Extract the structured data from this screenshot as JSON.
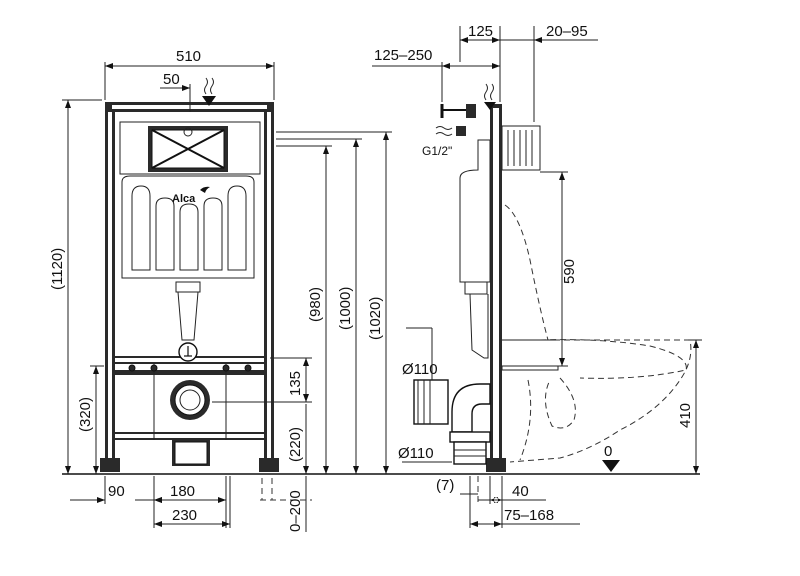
{
  "front_view": {
    "dims": {
      "width_top": "510",
      "offset_50": "50",
      "height_1120": "(1120)",
      "height_320": "(320)",
      "height_980": "(980)",
      "height_1000": "(1000)",
      "height_1020": "(1020)",
      "dim_135": "135",
      "dim_220": "(220)",
      "range_0_200": "0–200",
      "bottom_90": "90",
      "bottom_180": "180",
      "bottom_230": "230"
    },
    "logo_text": "Alca"
  },
  "side_view": {
    "dims": {
      "top_125": "125",
      "top_20_95": "20–95",
      "top_125_250": "125–250",
      "thread": "G1/2\"",
      "pipe_110_upper": "Ø110",
      "pipe_110_lower": "Ø110",
      "height_590": "590",
      "height_410": "410",
      "bottom_7": "(7)",
      "bottom_40": "40",
      "bottom_75_168": "75–168",
      "floor_zero": "0"
    }
  },
  "colors": {
    "line": "#1a1a1a",
    "background": "#ffffff",
    "frame_fill": "#2a2a2a"
  }
}
